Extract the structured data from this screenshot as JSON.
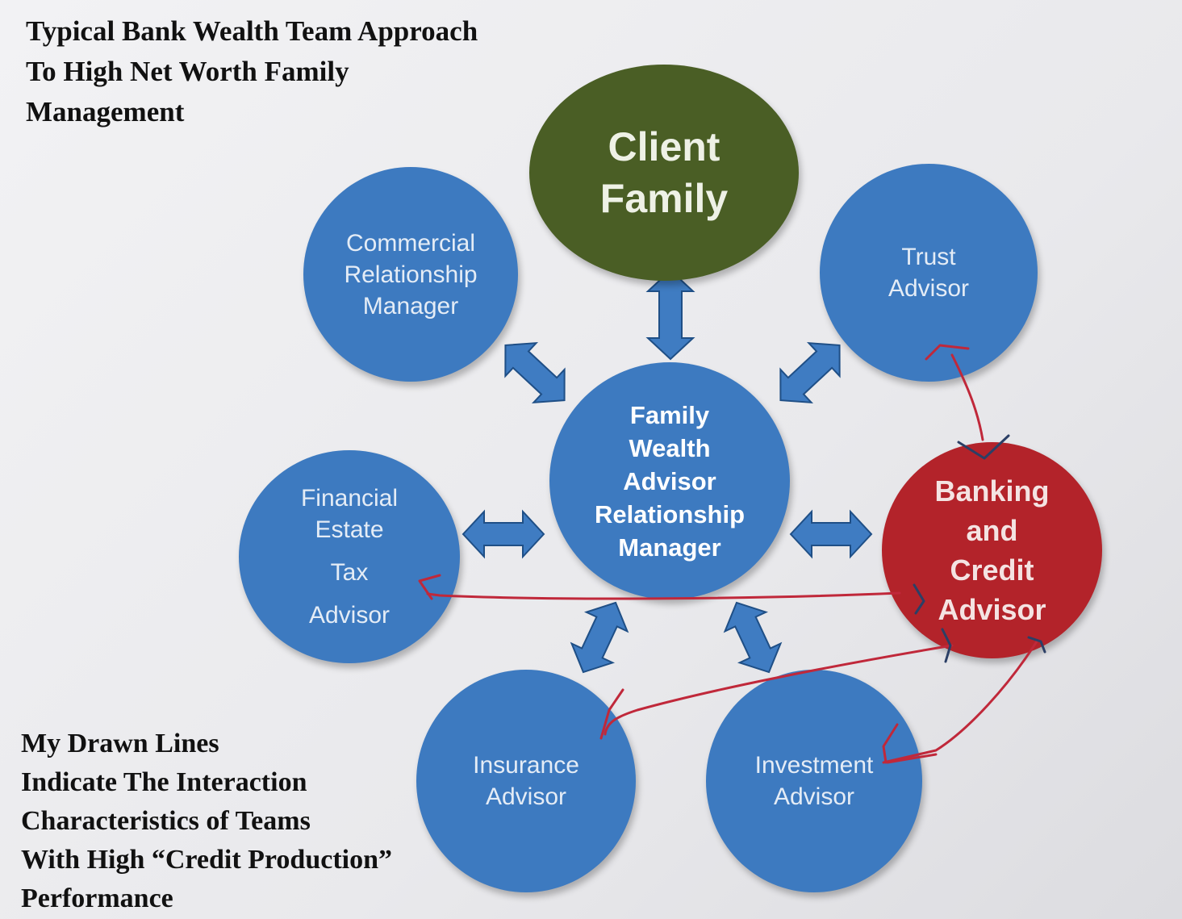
{
  "title": [
    "Typical Bank Wealth Team Approach",
    "To High Net Worth Family",
    "Management"
  ],
  "note": [
    "My Drawn Lines",
    "Indicate The Interaction",
    "Characteristics of Teams",
    "With High “Credit Production”",
    "Performance"
  ],
  "nodes": {
    "client": [
      "Client",
      "Family"
    ],
    "commercial": [
      "Commercial",
      "Relationship",
      "Manager"
    ],
    "trust": [
      "Trust",
      "Advisor"
    ],
    "fwa": [
      "Family",
      "Wealth",
      "Advisor",
      "Relationship",
      "Manager"
    ],
    "financial": [
      "Financial",
      "Estate",
      "Tax",
      "Advisor"
    ],
    "banking": [
      "Banking",
      "and",
      "Credit",
      "Advisor"
    ],
    "insurance": [
      "Insurance",
      "Advisor"
    ],
    "investment": [
      "Investment",
      "Advisor"
    ]
  },
  "colors": {
    "node_blue": "#3d7ac0",
    "client_green": "#4a5e25",
    "banking_red": "#b3232a",
    "drawn_lines": "#c0283a",
    "arrow_fill": "#3f7cc2",
    "arrow_stroke": "#1f4f86"
  },
  "connections": [
    {
      "from": "fwa",
      "to": "client",
      "style": "double-arrow"
    },
    {
      "from": "fwa",
      "to": "commercial",
      "style": "double-arrow"
    },
    {
      "from": "fwa",
      "to": "trust",
      "style": "double-arrow"
    },
    {
      "from": "fwa",
      "to": "financial",
      "style": "double-arrow"
    },
    {
      "from": "fwa",
      "to": "banking",
      "style": "double-arrow"
    },
    {
      "from": "fwa",
      "to": "insurance",
      "style": "double-arrow"
    },
    {
      "from": "fwa",
      "to": "investment",
      "style": "double-arrow"
    },
    {
      "from": "banking",
      "to": "trust",
      "style": "hand-drawn"
    },
    {
      "from": "banking",
      "to": "financial",
      "style": "hand-drawn"
    },
    {
      "from": "banking",
      "to": "insurance",
      "style": "hand-drawn"
    },
    {
      "from": "banking",
      "to": "investment",
      "style": "hand-drawn"
    }
  ]
}
